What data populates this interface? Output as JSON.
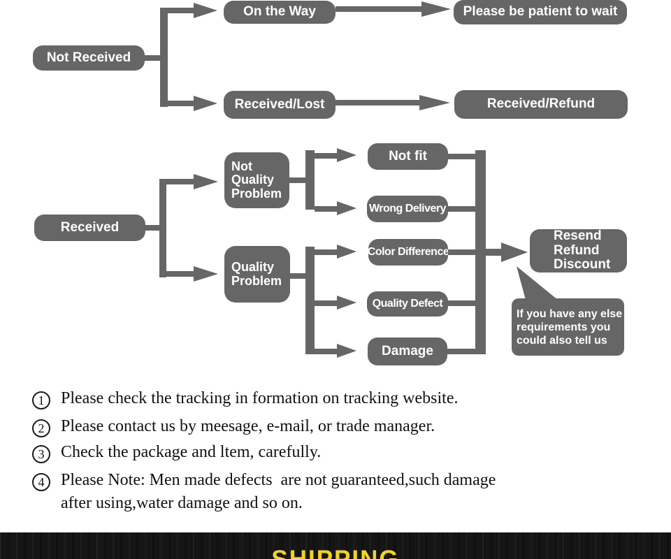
{
  "flowchart": {
    "nodes": {
      "not_received": "Not Received",
      "on_the_way": "On the Way",
      "be_patient": "Please be patient to wait",
      "received_lost": "Received/Lost",
      "received_refund": "Received/Refund",
      "received": "Received",
      "not_quality_problem": "Not\nQuality\nProblem",
      "quality_problem": "Quality\nProblem",
      "not_fit": "Not fit",
      "wrong_delivery": "Wrong Delivery",
      "color_difference": "Color Difference",
      "quality_defect": "Quality Defect",
      "damage": "Damage",
      "resend_refund_discount": "Resend\nRefund\nDiscount",
      "bubble_note": "If you have any else\nrequirements you\ncould also tell us"
    },
    "colors": {
      "box": "#666666",
      "text": "#ffffff",
      "line": "#666666"
    }
  },
  "notes": [
    {
      "num": "1",
      "text": "Please check the tracking in formation on tracking website."
    },
    {
      "num": "2",
      "text": "Please contact us by meesage, e-mail, or trade manager."
    },
    {
      "num": "3",
      "text": "Check the package and ltem, carefully."
    },
    {
      "num": "4",
      "text": "Please Note: Men made defects  are not guaranteed,such damage\nafter using,water damage and so on."
    }
  ],
  "footer": {
    "title": "SHIPPING",
    "accent": "#f2d41b"
  }
}
